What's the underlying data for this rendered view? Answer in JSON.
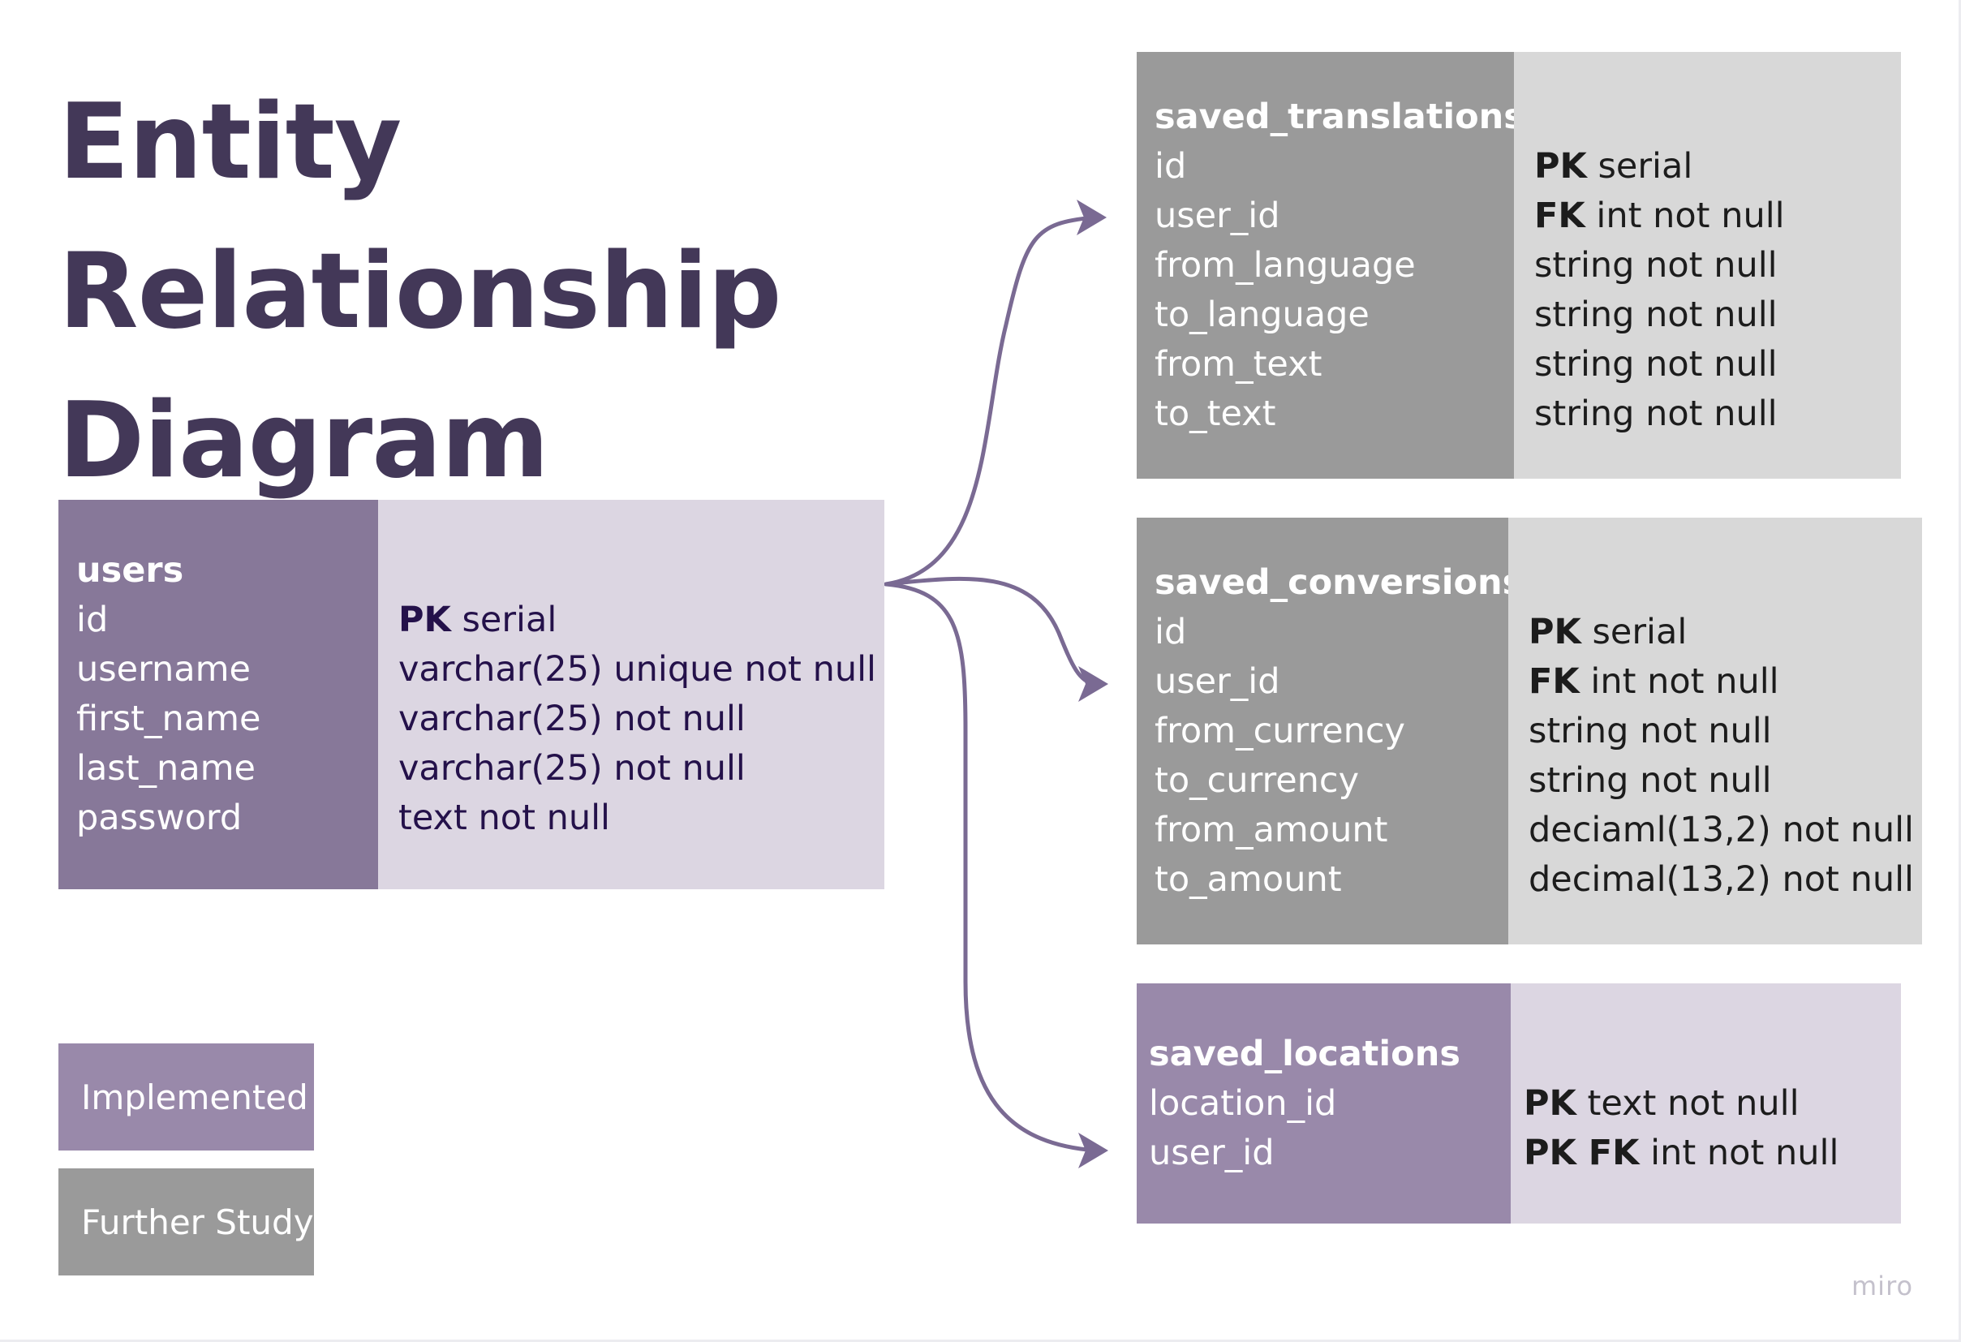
{
  "title": [
    "Entity Relationship",
    "Diagram"
  ],
  "entities": {
    "users": {
      "name": "users",
      "fields": [
        "id",
        "username",
        "first_name",
        "last_name",
        "password"
      ],
      "types": [
        {
          "key": "PK",
          "rest": " serial"
        },
        {
          "key": "",
          "rest": "varchar(25) unique not null"
        },
        {
          "key": "",
          "rest": "varchar(25) not null"
        },
        {
          "key": "",
          "rest": "varchar(25) not null"
        },
        {
          "key": "",
          "rest": "text not null"
        }
      ],
      "status": "Implemented"
    },
    "saved_translations": {
      "name": "saved_translations",
      "fields": [
        "id",
        "user_id",
        "from_language",
        "to_language",
        "from_text",
        "to_text"
      ],
      "types": [
        {
          "key": "PK",
          "rest": " serial"
        },
        {
          "key": "FK",
          "rest": " int not null"
        },
        {
          "key": "",
          "rest": "string not null"
        },
        {
          "key": "",
          "rest": "string not null"
        },
        {
          "key": "",
          "rest": "string not null"
        },
        {
          "key": "",
          "rest": "string not null"
        }
      ],
      "status": "Further Study"
    },
    "saved_conversions": {
      "name": "saved_conversions",
      "fields": [
        "id",
        "user_id",
        "from_currency",
        "to_currency",
        "from_amount",
        "to_amount"
      ],
      "types": [
        {
          "key": "PK",
          "rest": " serial"
        },
        {
          "key": "FK",
          "rest": " int not null"
        },
        {
          "key": "",
          "rest": "string not null"
        },
        {
          "key": "",
          "rest": "string not null"
        },
        {
          "key": "",
          "rest": "deciaml(13,2) not null"
        },
        {
          "key": "",
          "rest": "decimal(13,2) not null"
        }
      ],
      "status": "Further Study"
    },
    "saved_locations": {
      "name": "saved_locations",
      "fields": [
        "location_id",
        "user_id"
      ],
      "types": [
        {
          "key": "PK",
          "rest": " text not null"
        },
        {
          "key": "PK FK",
          "rest": " int not null"
        }
      ],
      "status": "Implemented"
    }
  },
  "relationships": [
    {
      "from": "users.id",
      "to": "saved_translations.user_id"
    },
    {
      "from": "users.id",
      "to": "saved_conversions.user_id"
    },
    {
      "from": "users.id",
      "to": "saved_locations.user_id"
    }
  ],
  "legend": {
    "implemented": {
      "label": "Implemented",
      "color": "#9989aa"
    },
    "further_study": {
      "label": "Further Study",
      "color": "#9a9a9a"
    }
  },
  "colors": {
    "title": "#433858",
    "connector": "#7a6a93"
  },
  "brand": "miro"
}
